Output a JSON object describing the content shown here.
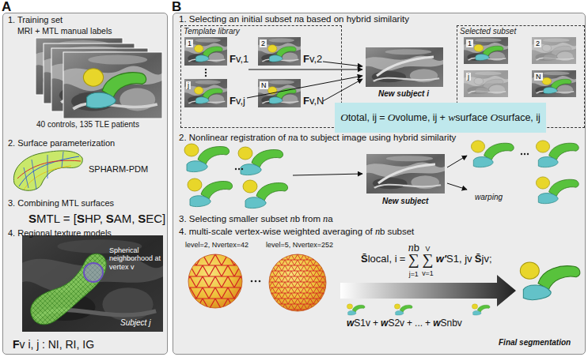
{
  "diagram": {
    "nodes": [
      {
        "text": [
          "A"
        ]
      },
      {
        "text": [
          "B"
        ]
      },
      {
        "text": [
          "Template library"
        ],
        "in": 1
      },
      {
        "text": [
          "Selected subset"
        ],
        "in": 1
      },
      {
        "text": [
          "O",
          "total, ij",
          "=",
          "O",
          "volume, ij",
          "+",
          "w",
          "surface",
          "O",
          "surface, ij"
        ],
        "in": 1
      }
    ],
    "labels": [
      "1. Training set",
      "MRI + MTL manual labels",
      "40 controls, 135 TLE patients",
      "2. Surface parameterization",
      "SPHARM-PDM",
      "3. Combining MTL surfaces",
      "S",
      "MTL",
      "= [",
      "S",
      "HP",
      ",",
      "S",
      "AM",
      ",",
      "S",
      "EC",
      "]",
      "4. Regional texture models",
      "Spherical neighborhood at vertex v",
      "Subject j",
      "F",
      "v i, j",
      ": NI, RI, IG",
      "1. Selecting an initial subset",
      "n",
      "a",
      "based on hybrid similarity",
      "1",
      "2",
      "j",
      "N",
      "F",
      "v,1",
      "F",
      "v,2",
      "F",
      "v,j",
      "F",
      "v,N",
      "New subject i",
      "1",
      "2",
      "j",
      "N",
      "2. Nonlinear registration of",
      "n",
      "a",
      "to subject image using hybrid similarity",
      "New subject",
      "warping",
      "3. Selecting smaller subset",
      "n",
      "b",
      "from",
      "n",
      "a",
      "4. multi-scale vertex-wise weighted averaging of",
      "n",
      "b",
      "subset",
      "level=2, Nvertex=42",
      "level=5, Nvertex=252",
      "S̄",
      "local, i",
      "=",
      "n",
      "b",
      "∑",
      "j=1",
      "V",
      "∑",
      "v=1",
      "w'",
      "S1, jv",
      "S̄",
      "jv",
      ";",
      "w",
      "S1v",
      "+",
      "w",
      "S2v",
      "+",
      "...",
      "+",
      "w",
      "Snbv",
      "Final segmentation"
    ]
  }
}
